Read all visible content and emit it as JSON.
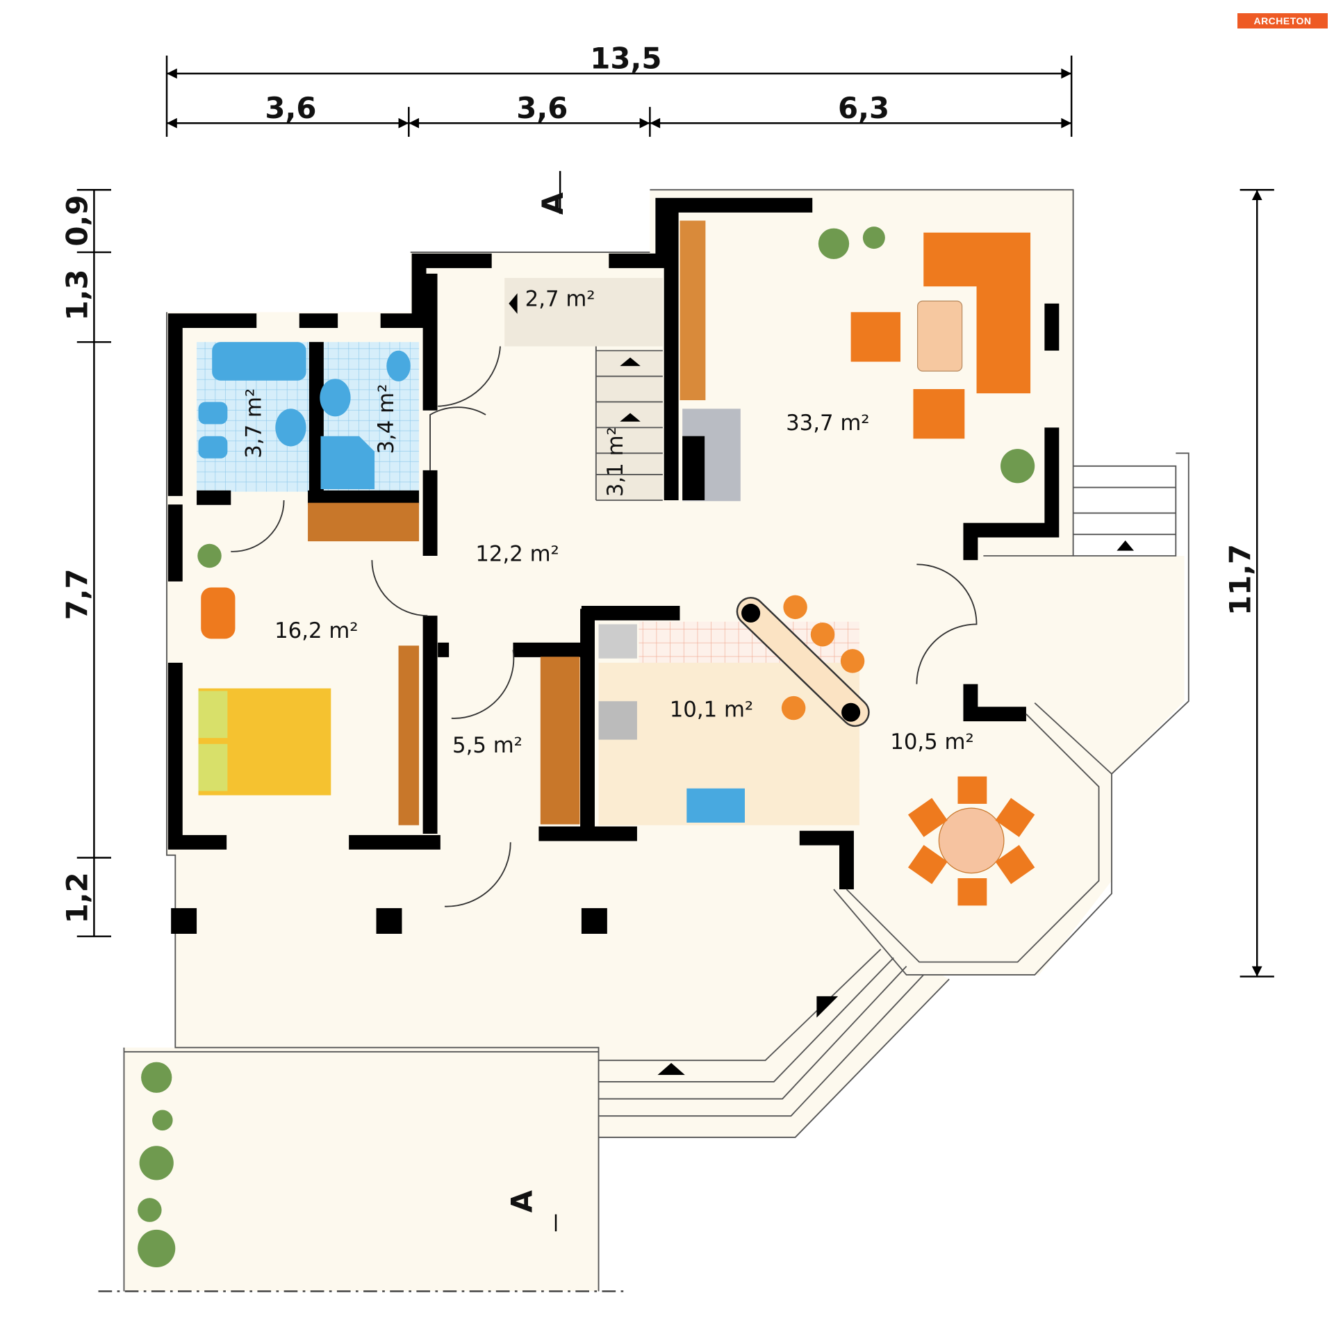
{
  "logo": {
    "text": "ARCHETON",
    "color": "#ee5a24"
  },
  "dimensions": {
    "top_total": "13,5",
    "top_segments": [
      "3,6",
      "3,6",
      "6,3"
    ],
    "left_segments": [
      "0,9",
      "1,3",
      "7,7",
      "1,2"
    ],
    "right_total": "11,7"
  },
  "section_marks": [
    "A",
    "A"
  ],
  "rooms": [
    {
      "area": "2,7 m²"
    },
    {
      "area": "3,7 m²"
    },
    {
      "area": "3,4 m²"
    },
    {
      "area": "3,1 m²"
    },
    {
      "area": "33,7 m²"
    },
    {
      "area": "12,2 m²"
    },
    {
      "area": "16,2 m²"
    },
    {
      "area": "10,1 m²"
    },
    {
      "area": "5,5 m²"
    },
    {
      "area": "10,5 m²"
    }
  ],
  "colors": {
    "floor": "#fdf9ee",
    "wall": "#000000",
    "tile_blue": "#cfe9f7",
    "tile_pink": "#fbe3d6",
    "furniture_orange": "#ee7a1e",
    "wood": "#c8772a"
  }
}
